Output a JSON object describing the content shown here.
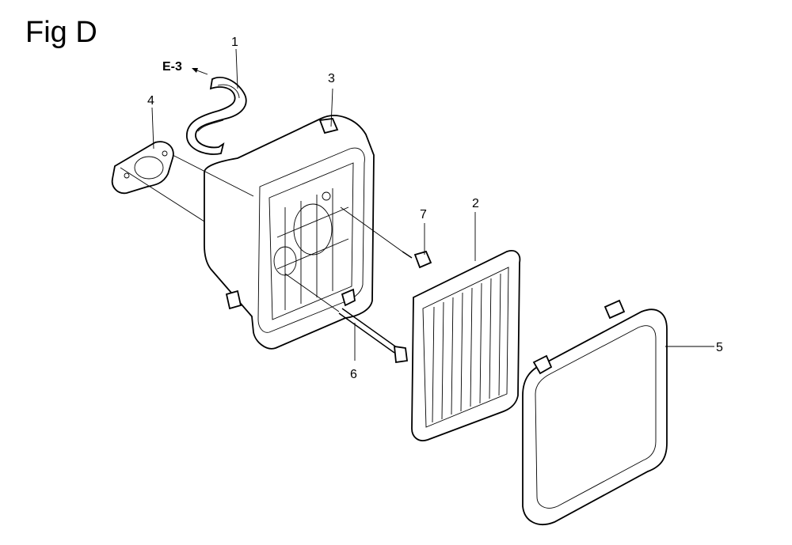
{
  "title": "Fig D",
  "reference": "E-3",
  "callouts": [
    {
      "label": "1",
      "part": "breather-tube"
    },
    {
      "label": "2",
      "part": "air-filter-element"
    },
    {
      "label": "3",
      "part": "air-cleaner-case"
    },
    {
      "label": "4",
      "part": "gasket"
    },
    {
      "label": "5",
      "part": "air-cleaner-cover"
    },
    {
      "label": "6",
      "part": "long-bolt"
    },
    {
      "label": "7",
      "part": "short-bolt"
    }
  ]
}
